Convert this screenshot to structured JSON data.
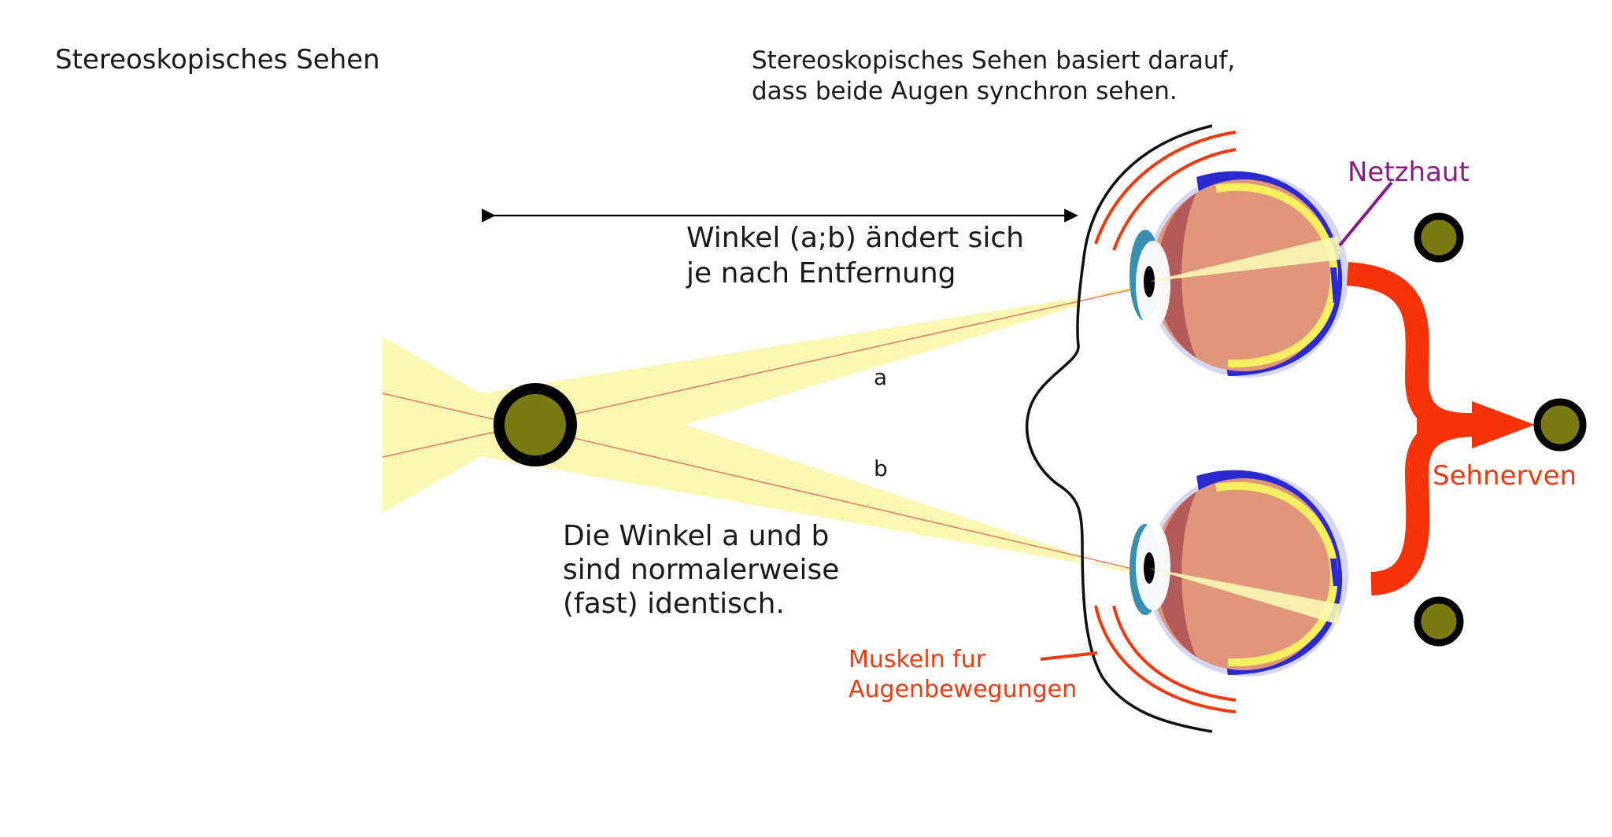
{
  "title": "Stereoskopisches Sehen",
  "intro": {
    "line1": "Stereoskopisches Sehen basiert darauf,",
    "line2": "dass beide Augen synchron sehen."
  },
  "distance_label": {
    "line1": "Winkel (a;b) ändert sich",
    "line2": "je nach Entfernung"
  },
  "angle_a": "a",
  "angle_b": "b",
  "angles_note": {
    "line1": "Die Winkel a und b",
    "line2": "sind normalerweise",
    "line3": "(fast) identisch."
  },
  "retina_label": "Netzhaut",
  "optic_nerves_label": "Sehnerven",
  "muscles_label": {
    "line1": "Muskeln fur",
    "line2": "Augenbewegungen"
  },
  "colors": {
    "light_beam": "#fbf8b4",
    "ray_line": "#e87a6a",
    "object_fill": "#7a7a12",
    "object_ring": "#000000",
    "eyeball": "#e0967a",
    "iris": "#3a8fb0",
    "retina_rim": "#f6f060",
    "sclera_blue": "#2a2ad0",
    "muscle": "#f03a10",
    "optic_nerve": "#f53208",
    "retina_pointer": "#8a1a8a"
  }
}
